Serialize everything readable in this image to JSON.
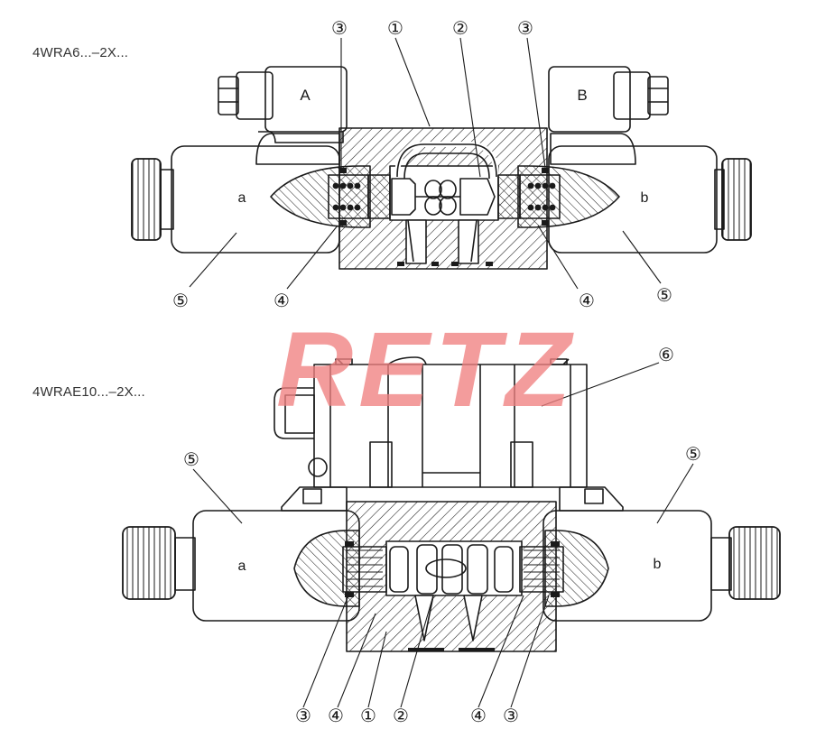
{
  "models": {
    "top": "4WRA6...–2X...",
    "bottom": "4WRAE10...–2X..."
  },
  "watermark": "RETZ",
  "top_diagram": {
    "solenoid_plug_a": "A",
    "solenoid_plug_b": "B",
    "coil_a": "a",
    "coil_b": "b",
    "callouts": [
      "③",
      "①",
      "②",
      "③",
      "⑤",
      "④",
      "④",
      "⑤"
    ]
  },
  "bottom_diagram": {
    "coil_a": "a",
    "coil_b": "b",
    "callouts_top": [
      "⑥",
      "⑤",
      "⑤"
    ],
    "callouts_bottom": [
      "③",
      "④",
      "①",
      "②",
      "④",
      "③"
    ]
  },
  "colors": {
    "line": "#1a1a1a",
    "watermark": "#f08080",
    "background": "#ffffff"
  }
}
